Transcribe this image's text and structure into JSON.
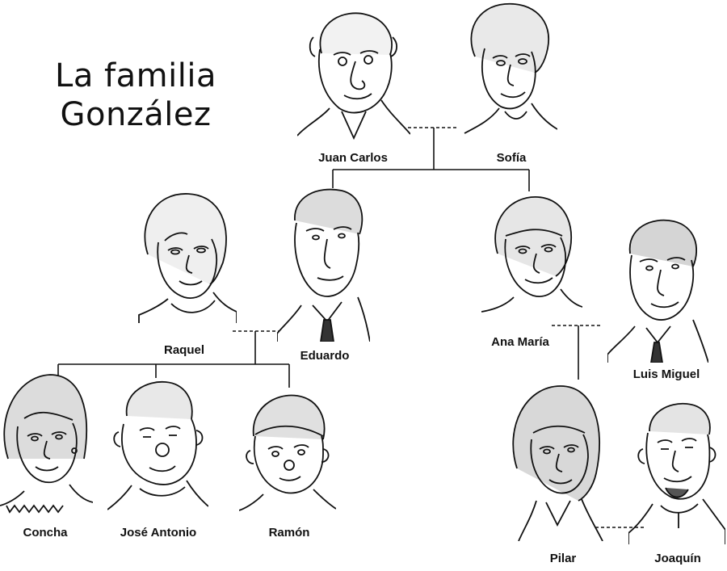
{
  "title": {
    "line1": "La familia",
    "line2": "González"
  },
  "people": {
    "juan_carlos": "Juan Carlos",
    "sofia": "Sofía",
    "raquel": "Raquel",
    "eduardo": "Eduardo",
    "ana_maria": "Ana María",
    "luis_miguel": "Luis Miguel",
    "concha": "Concha",
    "jose_antonio": "José Antonio",
    "ramon": "Ramón",
    "pilar": "Pilar",
    "joaquin": "Joaquín"
  },
  "colors": {
    "ink": "#111111",
    "background": "#ffffff"
  }
}
